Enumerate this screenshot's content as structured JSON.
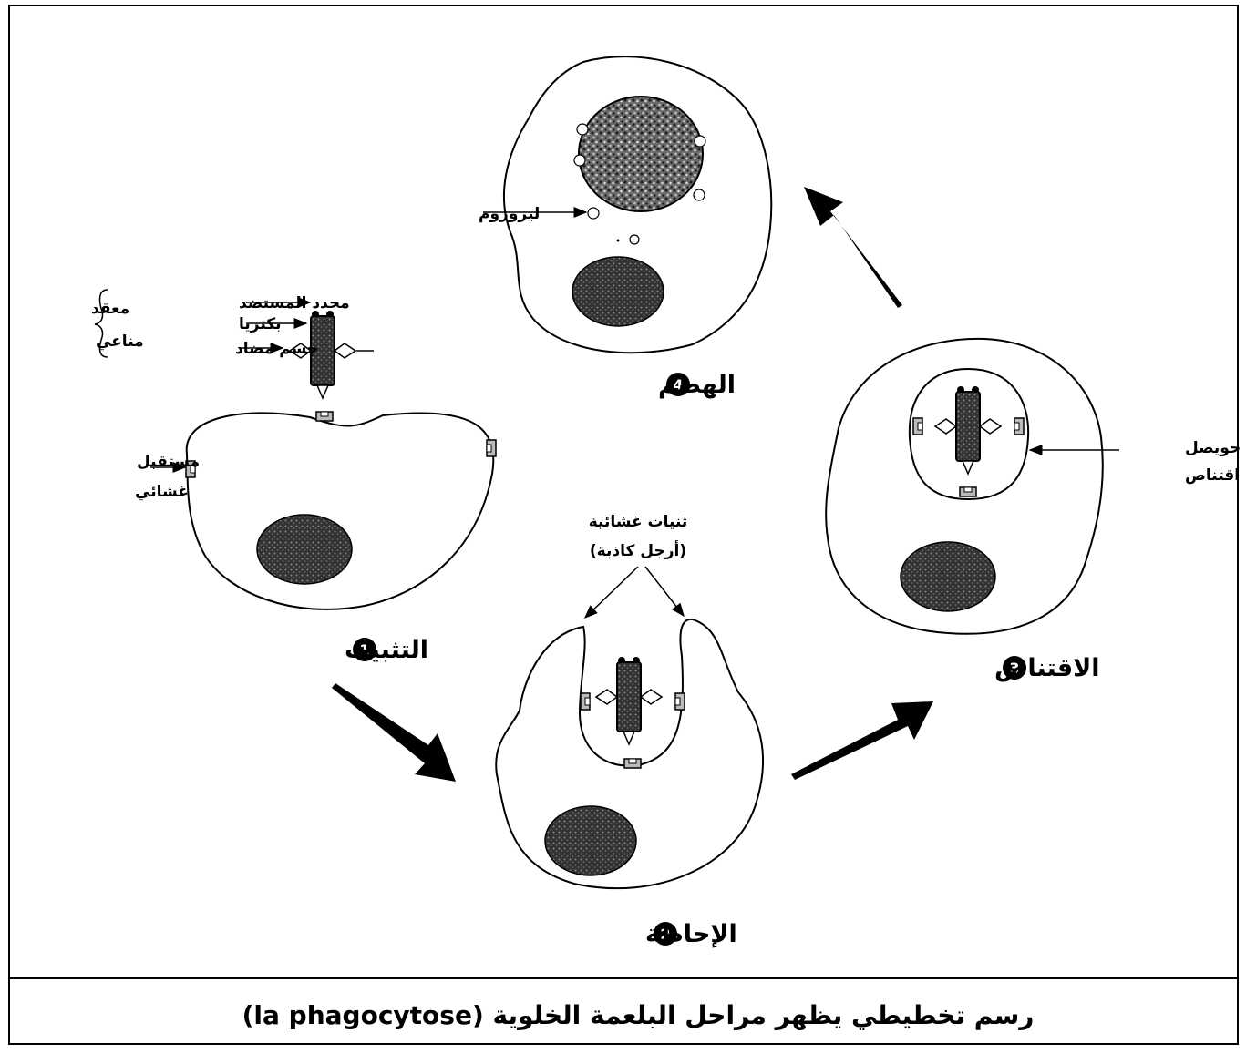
{
  "stages": [
    {
      "number": "1",
      "label": "التثبيت"
    },
    {
      "number": "2",
      "label": "الإحاطة"
    },
    {
      "number": "3",
      "label": "الاقتناص"
    },
    {
      "number": "4",
      "label": "الهضم"
    }
  ],
  "labels": {
    "antigen_determinant": "محدد المستضد",
    "bacteria": "بكتريا",
    "antibody": "جسم مضاد",
    "immune_complex_line1": "معقد",
    "immune_complex_line2": "مناعي",
    "membrane_receptor_line1": "مستقبل",
    "membrane_receptor_line2": "غشائي",
    "pseudopods_line1": "ثنيات غشائية",
    "pseudopods_line2": "(أرجل كاذبة)",
    "vesicle_line1": "حويصل",
    "vesicle_line2": "اقتناص",
    "lysosome": "ليزوزوم"
  },
  "caption": "رسم تخطيطي يظهر مراحل البلعمة الخلوية (la phagocytose)"
}
